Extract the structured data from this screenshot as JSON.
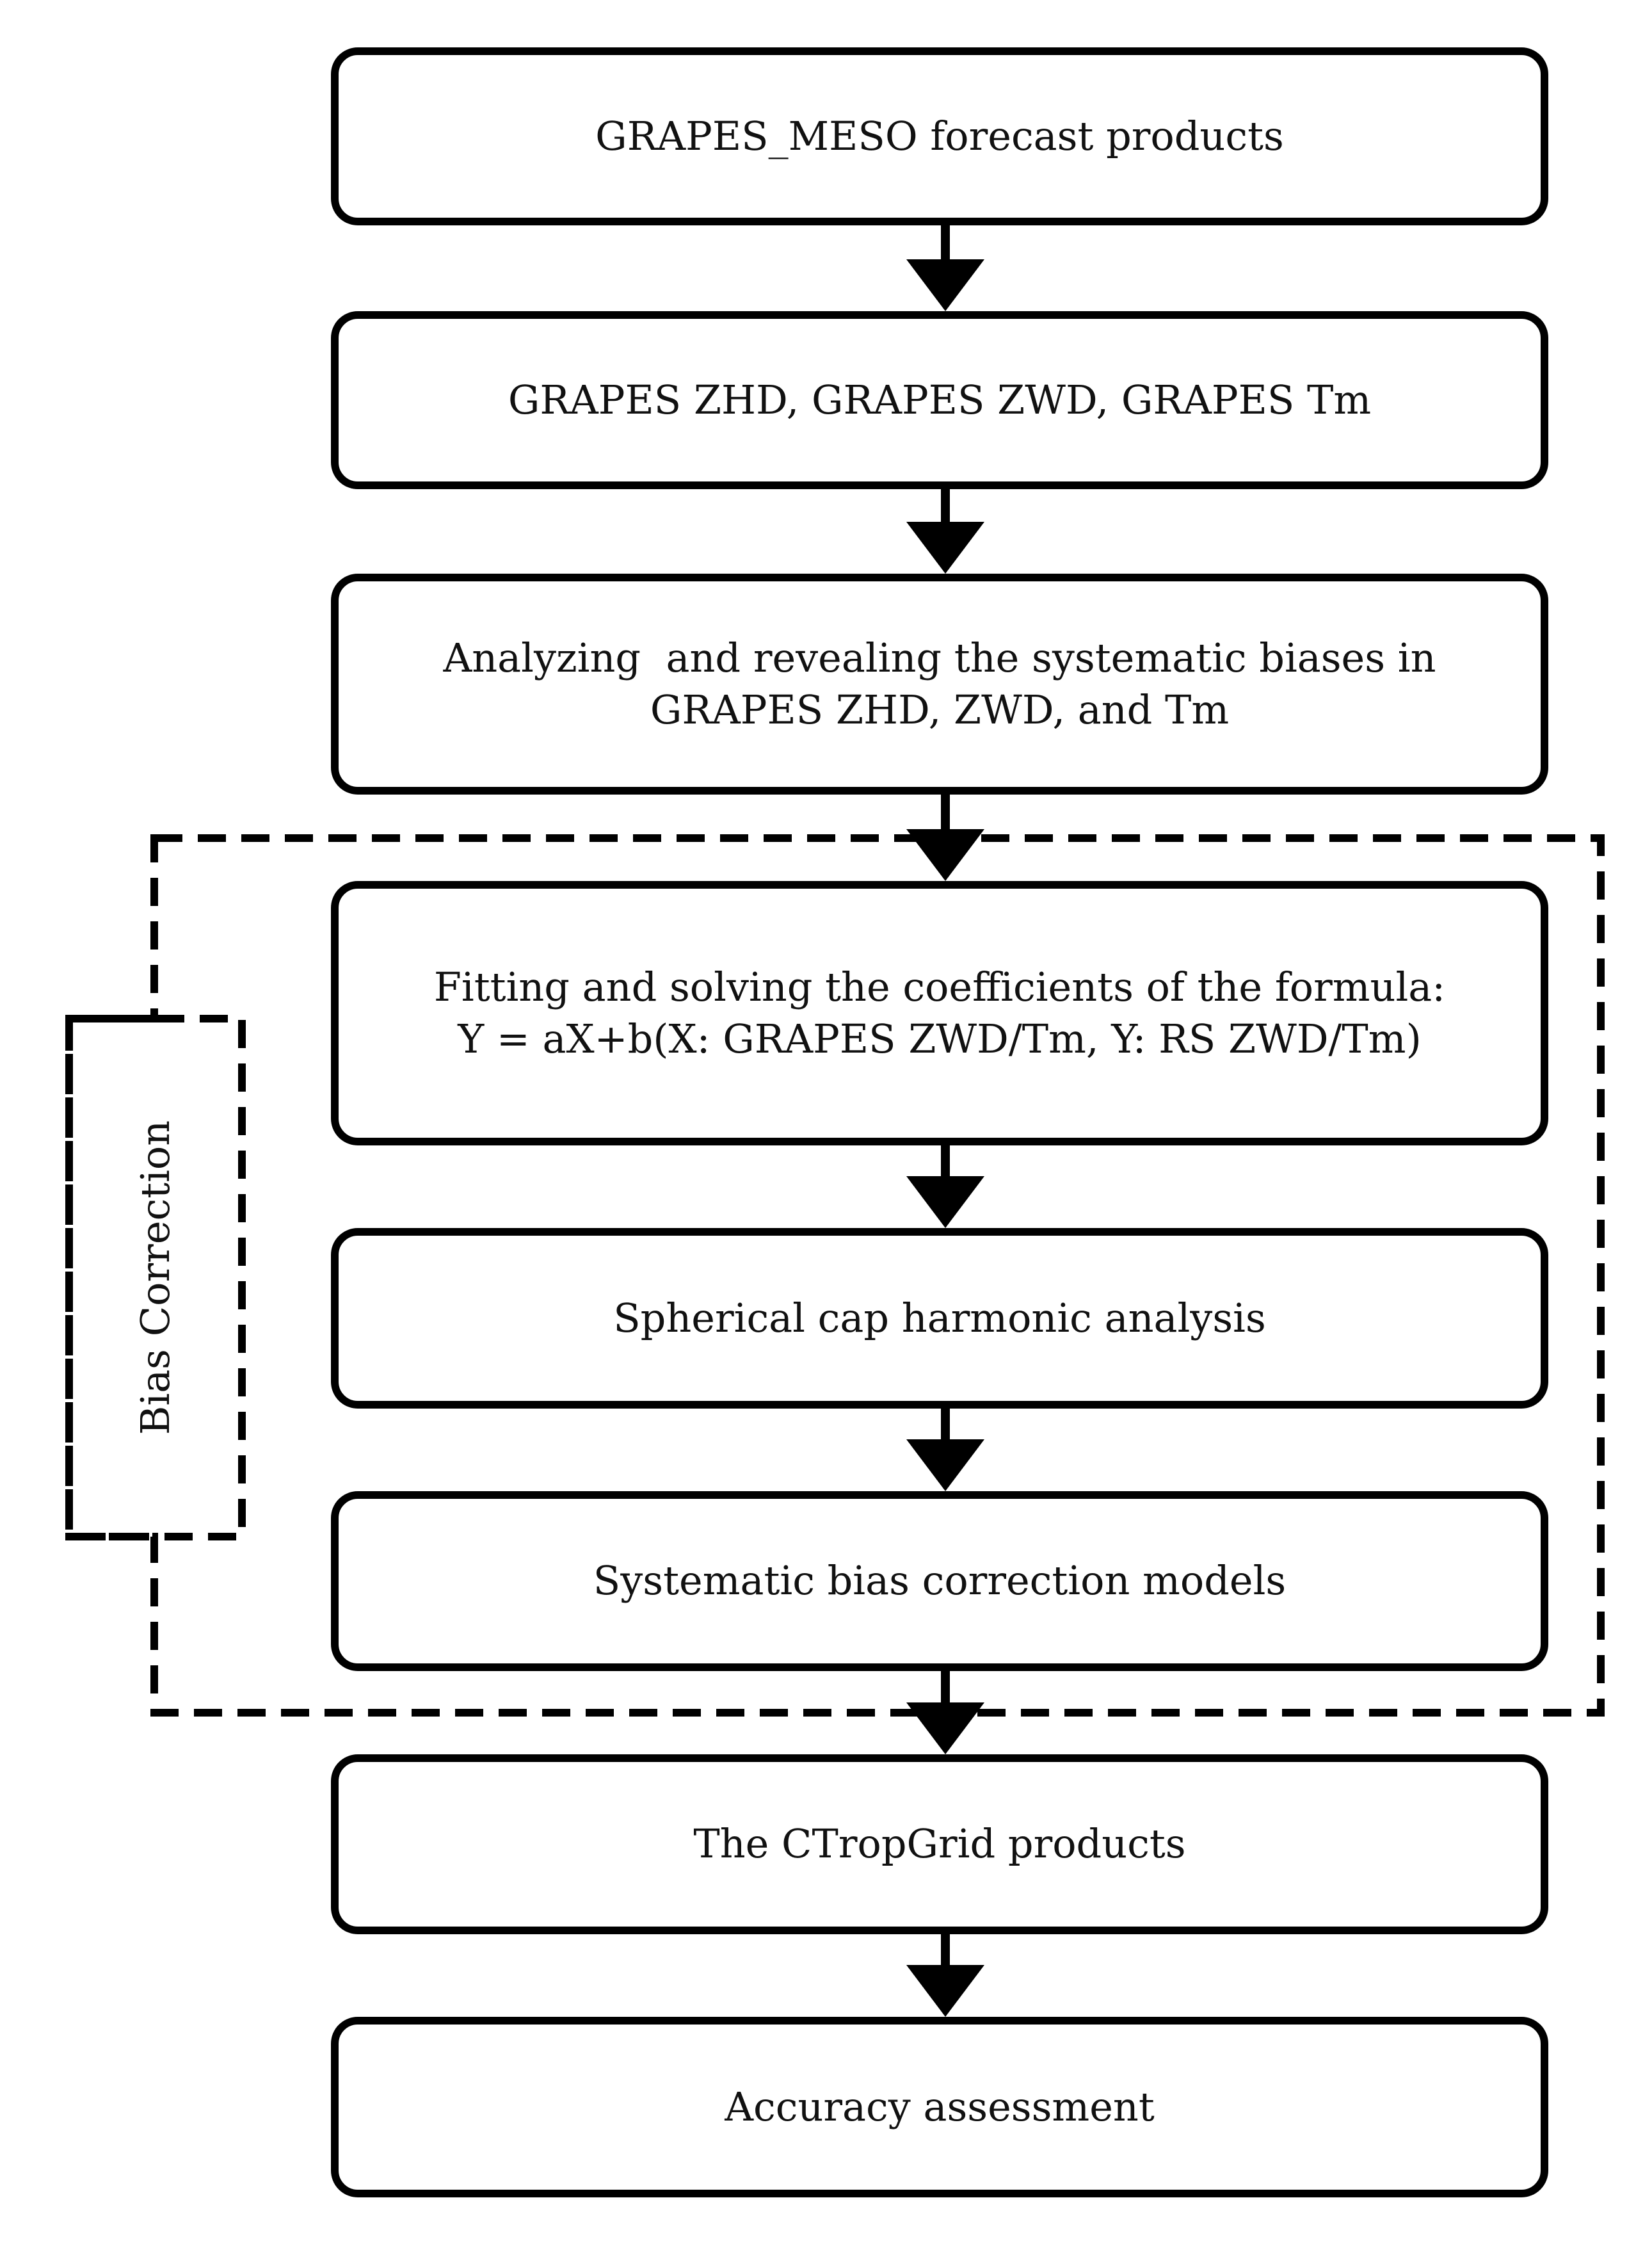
{
  "diagram": {
    "group_label": "Bias Correction",
    "boxes": [
      {
        "lines": [
          "GRAPES_MESO forecast products"
        ]
      },
      {
        "lines": [
          "GRAPES ZHD, GRAPES ZWD, GRAPES Tm"
        ]
      },
      {
        "lines": [
          "Analyzing  and revealing the systematic biases in",
          "GRAPES ZHD, ZWD, and Tm"
        ]
      },
      {
        "lines": [
          "Fitting and solving the coefficients of the formula:",
          "Y = aX+b(X: GRAPES ZWD/Tm, Y: RS ZWD/Tm)"
        ]
      },
      {
        "lines": [
          "Spherical cap harmonic analysis"
        ]
      },
      {
        "lines": [
          "Systematic bias correction models"
        ]
      },
      {
        "lines": [
          "The CTropGrid products"
        ]
      },
      {
        "lines": [
          "Accuracy assessment"
        ]
      }
    ],
    "line_color": "#000000"
  }
}
